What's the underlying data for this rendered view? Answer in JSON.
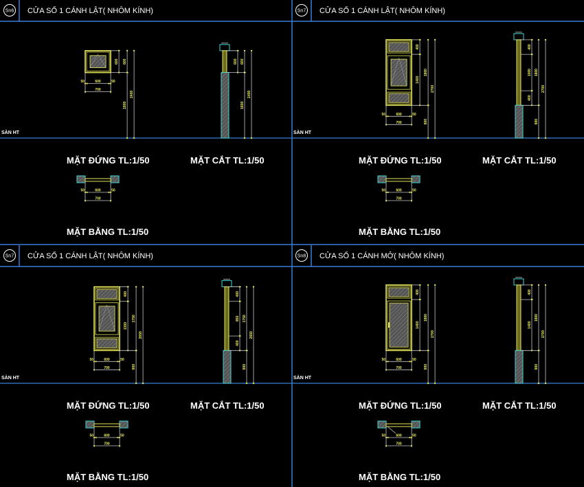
{
  "colors": {
    "background": "#000000",
    "grid_line": "#3a7fd8",
    "frame": "#e6e65a",
    "dim_line": "#c8c8c8",
    "wall": "#3fd6d6",
    "text": "#ffffff"
  },
  "panels": [
    {
      "badge": "Sn6",
      "title": "CỬA SỔ 1 CÁNH LẬT( NHÔM KÍNH)",
      "floor_label": "SÀN HT",
      "elevation_label": "MẶT ĐỨNG  TL:1/50",
      "section_label": "MẶT CẮT TL:1/50",
      "plan_label": "MẶT BẰNG  TL:1/50",
      "sill_mm": 1800,
      "panes": [
        {
          "h_mm": 600,
          "type": "tilt"
        }
      ],
      "elev_dims": {
        "chain": [
          {
            "mm": 600,
            "label": "600"
          }
        ],
        "total": "600",
        "sill": "1800",
        "overall": "2400",
        "width": [
          "50",
          "600",
          "50"
        ],
        "overall_width": "700"
      },
      "section_dims": {
        "chain": [
          {
            "mm": 600,
            "label": "600"
          }
        ],
        "total": "600",
        "sill": "1800",
        "overall": "2400"
      },
      "plan_dims": {
        "width": [
          "50",
          "600",
          "50"
        ],
        "overall_width": "700"
      }
    },
    {
      "badge": "Sn7",
      "title": "CỬA SỔ 1 CÁNH LẬT( NHÔM KÍNH)",
      "floor_label": "SÀN HT",
      "elevation_label": "MẶT ĐỨNG  TL:1/50",
      "section_label": "MẶT CẮT TL:1/50",
      "plan_label": "MẶT BẰNG  TL:1/50",
      "sill_mm": 900,
      "panes": [
        {
          "h_mm": 400,
          "type": "fixed"
        },
        {
          "h_mm": 1000,
          "type": "tilt"
        },
        {
          "h_mm": 400,
          "type": "fixed"
        }
      ],
      "elev_dims": {
        "chain": [
          {
            "mm": 400,
            "label": "400"
          },
          {
            "mm": 1400,
            "label": "1400"
          }
        ],
        "total": "1800",
        "sill": "900",
        "overall": "2700",
        "width": [
          "50",
          "600",
          "50"
        ],
        "overall_width": "700"
      },
      "section_dims": {
        "chain": [
          {
            "mm": 400,
            "label": "400"
          },
          {
            "mm": 1000,
            "label": "1000"
          },
          {
            "mm": 400,
            "label": "400"
          }
        ],
        "total": "1800",
        "sill": "900",
        "overall": "2700"
      },
      "plan_dims": {
        "width": [
          "50",
          "600",
          "50"
        ],
        "overall_width": "700"
      }
    },
    {
      "badge": "Sn7",
      "title": "CỬA SỔ 1 CÁNH LẬT( NHÔM KÍNH)",
      "floor_label": "SÀN HT",
      "elevation_label": "MẶT ĐỨNG  TL:1/50",
      "section_label": "MẶT CẮT TL:1/50",
      "plan_label": "MẶT BẰNG  TL:1/50",
      "sill_mm": 900,
      "panes": [
        {
          "h_mm": 400,
          "type": "fixed"
        },
        {
          "h_mm": 950,
          "type": "tilt"
        },
        {
          "h_mm": 400,
          "type": "fixed"
        }
      ],
      "elev_dims": {
        "chain": [
          {
            "mm": 400,
            "label": "400"
          },
          {
            "mm": 1350,
            "label": "1350"
          }
        ],
        "total": "1750",
        "sill": "900",
        "overall": "2650",
        "width": [
          "50",
          "600",
          "50"
        ],
        "overall_width": "700"
      },
      "section_dims": {
        "chain": [
          {
            "mm": 400,
            "label": "400"
          },
          {
            "mm": 950,
            "label": "950"
          },
          {
            "mm": 400,
            "label": "400"
          }
        ],
        "total": "1750",
        "sill": "900",
        "overall": "2650"
      },
      "plan_dims": {
        "width": [
          "50",
          "600",
          "50"
        ],
        "overall_width": "700"
      }
    },
    {
      "badge": "Sn8",
      "title": "CỬA SỔ 1 CÁNH MỞ( NHÔM KÍNH)",
      "floor_label": "SÀN HT",
      "elevation_label": "MẶT ĐỨNG  TL:1/50",
      "section_label": "MẶT CẮT TL:1/50",
      "plan_label": "MẶT BẰNG  TL:1/50",
      "sill_mm": 900,
      "panes": [
        {
          "h_mm": 400,
          "type": "fixed"
        },
        {
          "h_mm": 1400,
          "type": "casement"
        }
      ],
      "elev_dims": {
        "chain": [
          {
            "mm": 400,
            "label": "400"
          },
          {
            "mm": 1400,
            "label": "1400"
          }
        ],
        "total": "1800",
        "sill": "900",
        "overall": "2700",
        "width": [
          "50",
          "600",
          "50"
        ],
        "overall_width": "700"
      },
      "section_dims": {
        "chain": [
          {
            "mm": 400,
            "label": "400"
          },
          {
            "mm": 1400,
            "label": "1400"
          }
        ],
        "total": "1800",
        "sill": "900",
        "overall": "2700"
      },
      "plan_dims": {
        "width": [
          "50",
          "600",
          "50"
        ],
        "overall_width": "700"
      }
    }
  ]
}
